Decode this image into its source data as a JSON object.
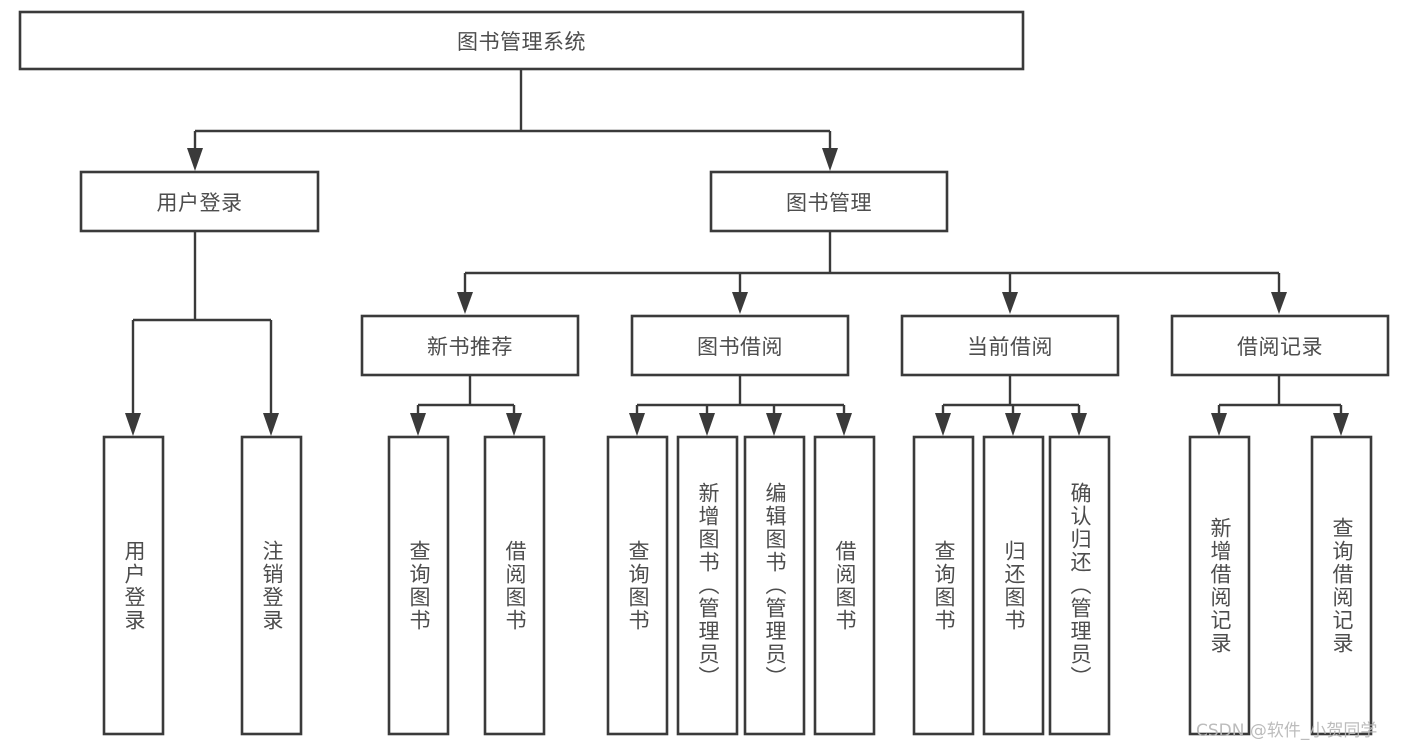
{
  "diagram": {
    "title": "图书管理系统",
    "type": "hierarchy-tree",
    "root": {
      "id": "root",
      "label": "图书管理系统",
      "orientation": "horizontal"
    },
    "level2": [
      {
        "id": "user-login",
        "label": "用户登录",
        "orientation": "horizontal"
      },
      {
        "id": "book-manage",
        "label": "图书管理",
        "orientation": "horizontal"
      }
    ],
    "level3": [
      {
        "id": "new-book-recommend",
        "label": "新书推荐",
        "orientation": "horizontal"
      },
      {
        "id": "book-borrow",
        "label": "图书借阅",
        "orientation": "horizontal"
      },
      {
        "id": "current-borrow",
        "label": "当前借阅",
        "orientation": "horizontal"
      },
      {
        "id": "borrow-record",
        "label": "借阅记录",
        "orientation": "horizontal"
      }
    ],
    "leaves": [
      {
        "id": "leaf-user-login",
        "label": "用户登录",
        "parent": "user-login",
        "orientation": "vertical"
      },
      {
        "id": "leaf-logout-login",
        "label": "注销登录",
        "parent": "user-login",
        "orientation": "vertical"
      },
      {
        "id": "leaf-query-book-1",
        "label": "查询图书",
        "parent": "new-book-recommend",
        "orientation": "vertical"
      },
      {
        "id": "leaf-borrow-book-1",
        "label": "借阅图书",
        "parent": "new-book-recommend",
        "orientation": "vertical"
      },
      {
        "id": "leaf-query-book-2",
        "label": "查询图书",
        "parent": "book-borrow",
        "orientation": "vertical"
      },
      {
        "id": "leaf-add-book",
        "label": "新增图书（管理员）",
        "parent": "book-borrow",
        "orientation": "vertical"
      },
      {
        "id": "leaf-edit-book",
        "label": "编辑图书（管理员）",
        "parent": "book-borrow",
        "orientation": "vertical"
      },
      {
        "id": "leaf-borrow-book-2",
        "label": "借阅图书",
        "parent": "book-borrow",
        "orientation": "vertical"
      },
      {
        "id": "leaf-query-book-3",
        "label": "查询图书",
        "parent": "current-borrow",
        "orientation": "vertical"
      },
      {
        "id": "leaf-return-book",
        "label": "归还图书",
        "parent": "current-borrow",
        "orientation": "vertical"
      },
      {
        "id": "leaf-confirm-return",
        "label": "确认归还（管理员）",
        "parent": "current-borrow",
        "orientation": "vertical"
      },
      {
        "id": "leaf-add-record",
        "label": "新增借阅记录",
        "parent": "borrow-record",
        "orientation": "vertical"
      },
      {
        "id": "leaf-query-record",
        "label": "查询借阅记录",
        "parent": "borrow-record",
        "orientation": "vertical"
      }
    ],
    "watermark": "CSDN @软件_小贺同学",
    "colors": {
      "stroke": "#3a3a3a",
      "box_fill": "#ffffff",
      "text": "#4d4d4d",
      "watermark": "#b9b9b9",
      "background": "#ffffff"
    }
  }
}
